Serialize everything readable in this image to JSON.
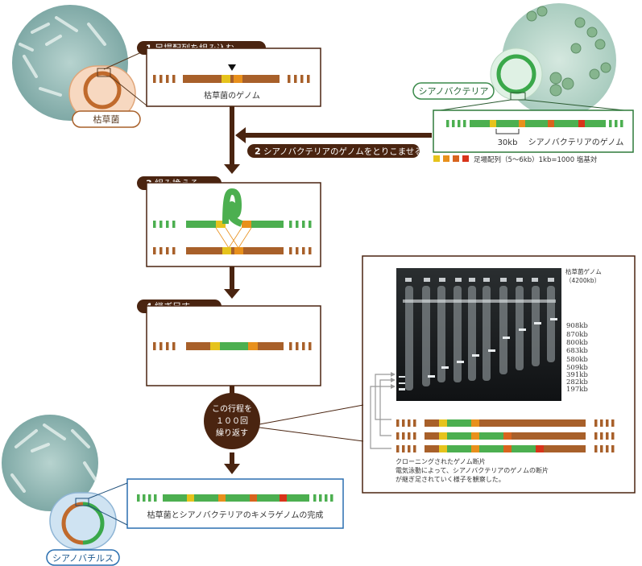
{
  "colors": {
    "brown": "#a8602a",
    "dark_brown": "#4a2410",
    "green": "#4caf50",
    "cyano_green": "#2e8b3d",
    "yellow": "#e6c31c",
    "orange": "#e8901c",
    "dark_orange": "#d8641e",
    "red": "#d8341a",
    "blue": "#2a6fb0"
  },
  "organisms": {
    "bacillus_label": "枯草菌",
    "cyano_label": "シアノバクテリア",
    "chimera_label": "シアノバチルス"
  },
  "steps": [
    {
      "number": "1",
      "label": "足場配列を組み込む"
    },
    {
      "number": "2",
      "label": "シアノバクテリアのゲノムをとりこませる"
    },
    {
      "number": "3",
      "label": "組み換える"
    },
    {
      "number": "4",
      "label": "継ぎ足す"
    }
  ],
  "panel1": {
    "caption": "枯草菌のゲノム"
  },
  "cyano_panel": {
    "size_label": "30kb",
    "caption": "シアノバクテリアのゲノム"
  },
  "legend": {
    "text": "足場配列（5～6kb）1kb=1000 塩基対"
  },
  "repeat": {
    "line1": "この行程を",
    "line2": "１００回",
    "line3": "繰り返す"
  },
  "final": {
    "caption": "枯草菌とシアノバクテリアのキメラゲノムの完成"
  },
  "gel": {
    "top_label_line1": "枯草菌ゲノム",
    "top_label_line2": "（4200kb）",
    "size_markers": [
      "908kb",
      "870kb",
      "800kb",
      "683kb",
      "580kb",
      "509kb",
      "391kb",
      "282kb",
      "197kb"
    ],
    "caption_line1": "クローニングされたゲノム断片",
    "caption_line2": "電気泳動によって、シアノバクテリアのゲノムの断片",
    "caption_line3": "が継ぎ足されていく様子を観察した。"
  }
}
